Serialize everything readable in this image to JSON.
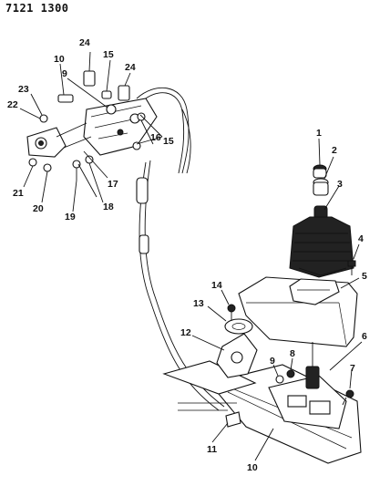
{
  "figure_code": "7121 1300",
  "callouts": {
    "p1": "1",
    "p2": "2",
    "p3": "3",
    "p4": "4",
    "p5": "5",
    "p6": "6",
    "p7": "7",
    "p8": "8",
    "p9a": "9",
    "p9b": "9",
    "p10a": "10",
    "p10b": "10",
    "p11": "11",
    "p12": "12",
    "p13": "13",
    "p14": "14",
    "p15a": "15",
    "p15b": "15",
    "p16": "16",
    "p17": "17",
    "p18": "18",
    "p19": "19",
    "p20": "20",
    "p21": "21",
    "p22": "22",
    "p23": "23",
    "p24a": "24",
    "p24b": "24"
  }
}
